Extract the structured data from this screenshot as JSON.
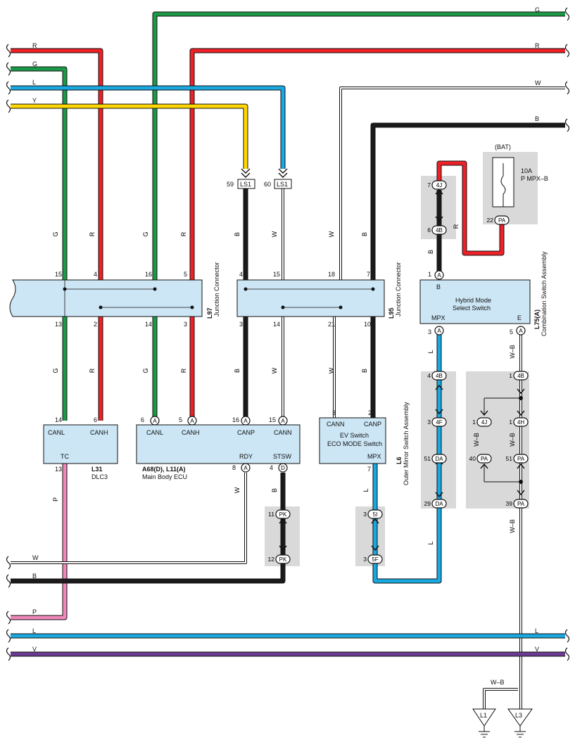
{
  "colors": {
    "G": "#1a9a46",
    "R": "#ee2028",
    "L": "#19a8e0",
    "Y": "#ffd600",
    "W": "#ffffff",
    "B": "#1a1a1a",
    "P": "#ee88bb",
    "V": "#6b3a92",
    "box": "#cce6f5",
    "gray": "#d9d9d9"
  },
  "wires": {
    "top_g": "G",
    "top_r": "R",
    "top_w": "W",
    "top_b": "B",
    "left_r": "R",
    "left_g": "G",
    "left_l": "L",
    "left_y": "Y",
    "bot_w": "W",
    "bot_b": "B",
    "bot_p": "P",
    "bot_l": "L",
    "bot_v": "V"
  },
  "vlabels": {
    "g1": "G",
    "r1": "R",
    "g2": "G",
    "r2": "R",
    "b1": "B",
    "w1": "W",
    "w2": "W",
    "b2": "B",
    "g3": "G",
    "r3": "R",
    "g4": "G",
    "r4": "R",
    "b3": "B",
    "w3": "W",
    "w4": "W",
    "b4": "B",
    "p1": "P",
    "w5": "W",
    "b5": "B",
    "l1": "L",
    "l2": "L",
    "l3": "L",
    "b6": "B",
    "r5": "R",
    "wb1": "W–B",
    "wb2": "W–B",
    "wb3": "W–B",
    "wb4": "W–B",
    "wb5": "W–B",
    "l4": "L"
  },
  "connectors": {
    "ls1a": "LS1",
    "ls1b": "LS1",
    "ls1a_pin": "59",
    "ls1b_pin": "60",
    "l97": "L97",
    "l97_desc": "Junction Connector",
    "l95": "L95",
    "l95_desc": "Junction Connector",
    "l75": "L75(A)",
    "l75_desc": "Combination Switch Assembly",
    "l6": "L6",
    "l6_desc": "Outer Mirror Switch Assembly",
    "l31": "L31",
    "l31_desc": "DLC3",
    "a68": "A68(D), L11(A)",
    "a68_desc": "Main Body ECU"
  },
  "pins": {
    "l97_top": [
      "15",
      "4",
      "16",
      "5"
    ],
    "l97_bot": [
      "13",
      "2",
      "14",
      "3"
    ],
    "l95_top": [
      "4",
      "15",
      "18",
      "7"
    ],
    "l95_bot": [
      "3",
      "14",
      "21",
      "10"
    ],
    "dlc_top": [
      "14",
      "6"
    ],
    "dlc_bot": "13",
    "ecu_top": [
      "6",
      "5",
      "16",
      "15"
    ],
    "ecu_bot": [
      "8",
      "4"
    ],
    "ev_top": [
      "3",
      "2"
    ],
    "ev_bot": "7",
    "hy_top": "1",
    "hy_bot": [
      "3",
      "5"
    ]
  },
  "pin_tags": {
    "A": "A",
    "D": "D",
    "PK": "PK",
    "5I": "5I",
    "5F": "5F",
    "4J": "4J",
    "4B": "4B",
    "PA": "PA",
    "4F": "4F",
    "DA": "DA",
    "4H": "4H"
  },
  "pin_nums": {
    "pk11": "11",
    "pk12": "12",
    "si3": "3",
    "sf3": "3",
    "j7": "7",
    "b6": "6",
    "pa22": "22",
    "b4": "4",
    "f3": "3",
    "da51": "51",
    "da29": "29",
    "b1": "1",
    "j1": "1",
    "h1": "1",
    "pa40": "40",
    "pa51": "51",
    "pa39": "39"
  },
  "dlc": {
    "canl": "CANL",
    "canh": "CANH",
    "tc": "TC"
  },
  "ecu": {
    "canl": "CANL",
    "canh": "CANH",
    "canp": "CANP",
    "cann": "CANN",
    "rdy": "RDY",
    "stsw": "STSW"
  },
  "ev": {
    "cann": "CANN",
    "canp": "CANP",
    "line1": "EV Switch",
    "line2": "ECO MODE Switch",
    "mpx": "MPX"
  },
  "hybrid": {
    "b": "B",
    "line1": "Hybrid Mode",
    "line2": "Select Switch",
    "mpx": "MPX",
    "e": "E"
  },
  "fuse": {
    "bat": "(BAT)",
    "amp": "10A",
    "name": "P MPX–B"
  },
  "grounds": {
    "l1": "L1",
    "l3": "L3",
    "wb": "W–B"
  }
}
